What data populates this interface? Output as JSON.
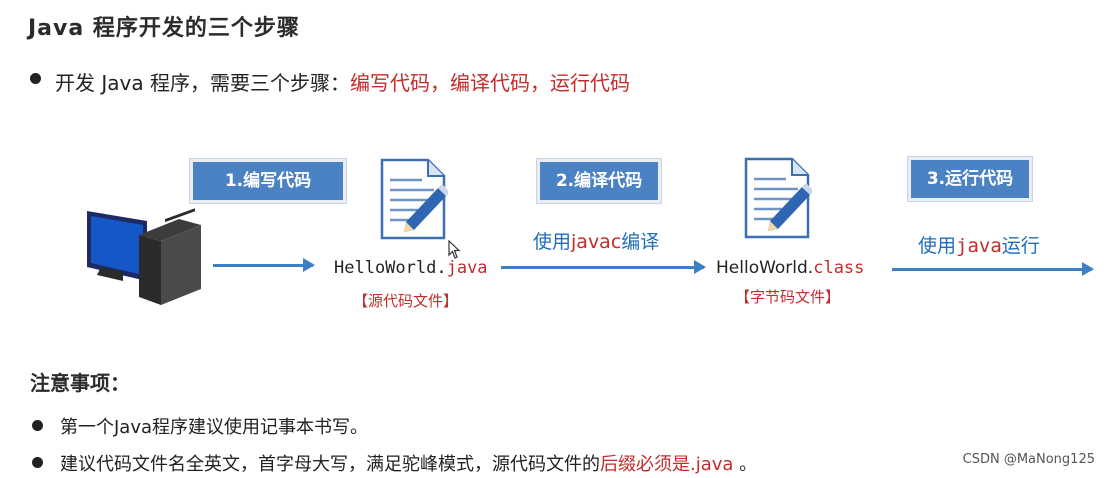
{
  "title": "Java 程序开发的三个步骤",
  "intro": {
    "prefix": "开发 Java 程序，需要三个步骤：",
    "steps": "编写代码，编译代码，运行代码"
  },
  "steps": [
    {
      "label": "1.编写代码"
    },
    {
      "label": "2.编译代码"
    },
    {
      "label": "3.运行代码"
    }
  ],
  "files": {
    "source_name": "HelloWorld.",
    "source_ext": "java",
    "source_tag": "【源代码文件】",
    "class_name": "HelloWorld.",
    "class_ext": "class",
    "class_tag": "【字节码文件】"
  },
  "flow": {
    "compile_prefix": "使用",
    "compile_cmd": "javac",
    "compile_suffix": "编译",
    "run_prefix": "使用",
    "run_cmd": "java",
    "run_suffix": "运行"
  },
  "notes": {
    "title": "注意事项：",
    "items": [
      {
        "text": "第一个Java程序建议使用记事本书写。"
      },
      {
        "text": "建议代码文件名全英文，首字母大写，满足驼峰模式，源代码文件的",
        "highlight": "后缀必须是.java",
        "suffix": " 。"
      }
    ]
  },
  "watermark": "CSDN @MaNong125",
  "colors": {
    "accent_red": "#c62b2b",
    "accent_blue": "#1f6dbd",
    "step_box": "#4a82c4"
  },
  "icons": [
    "computer-icon",
    "document-pencil-icon",
    "mouse-cursor-icon"
  ]
}
